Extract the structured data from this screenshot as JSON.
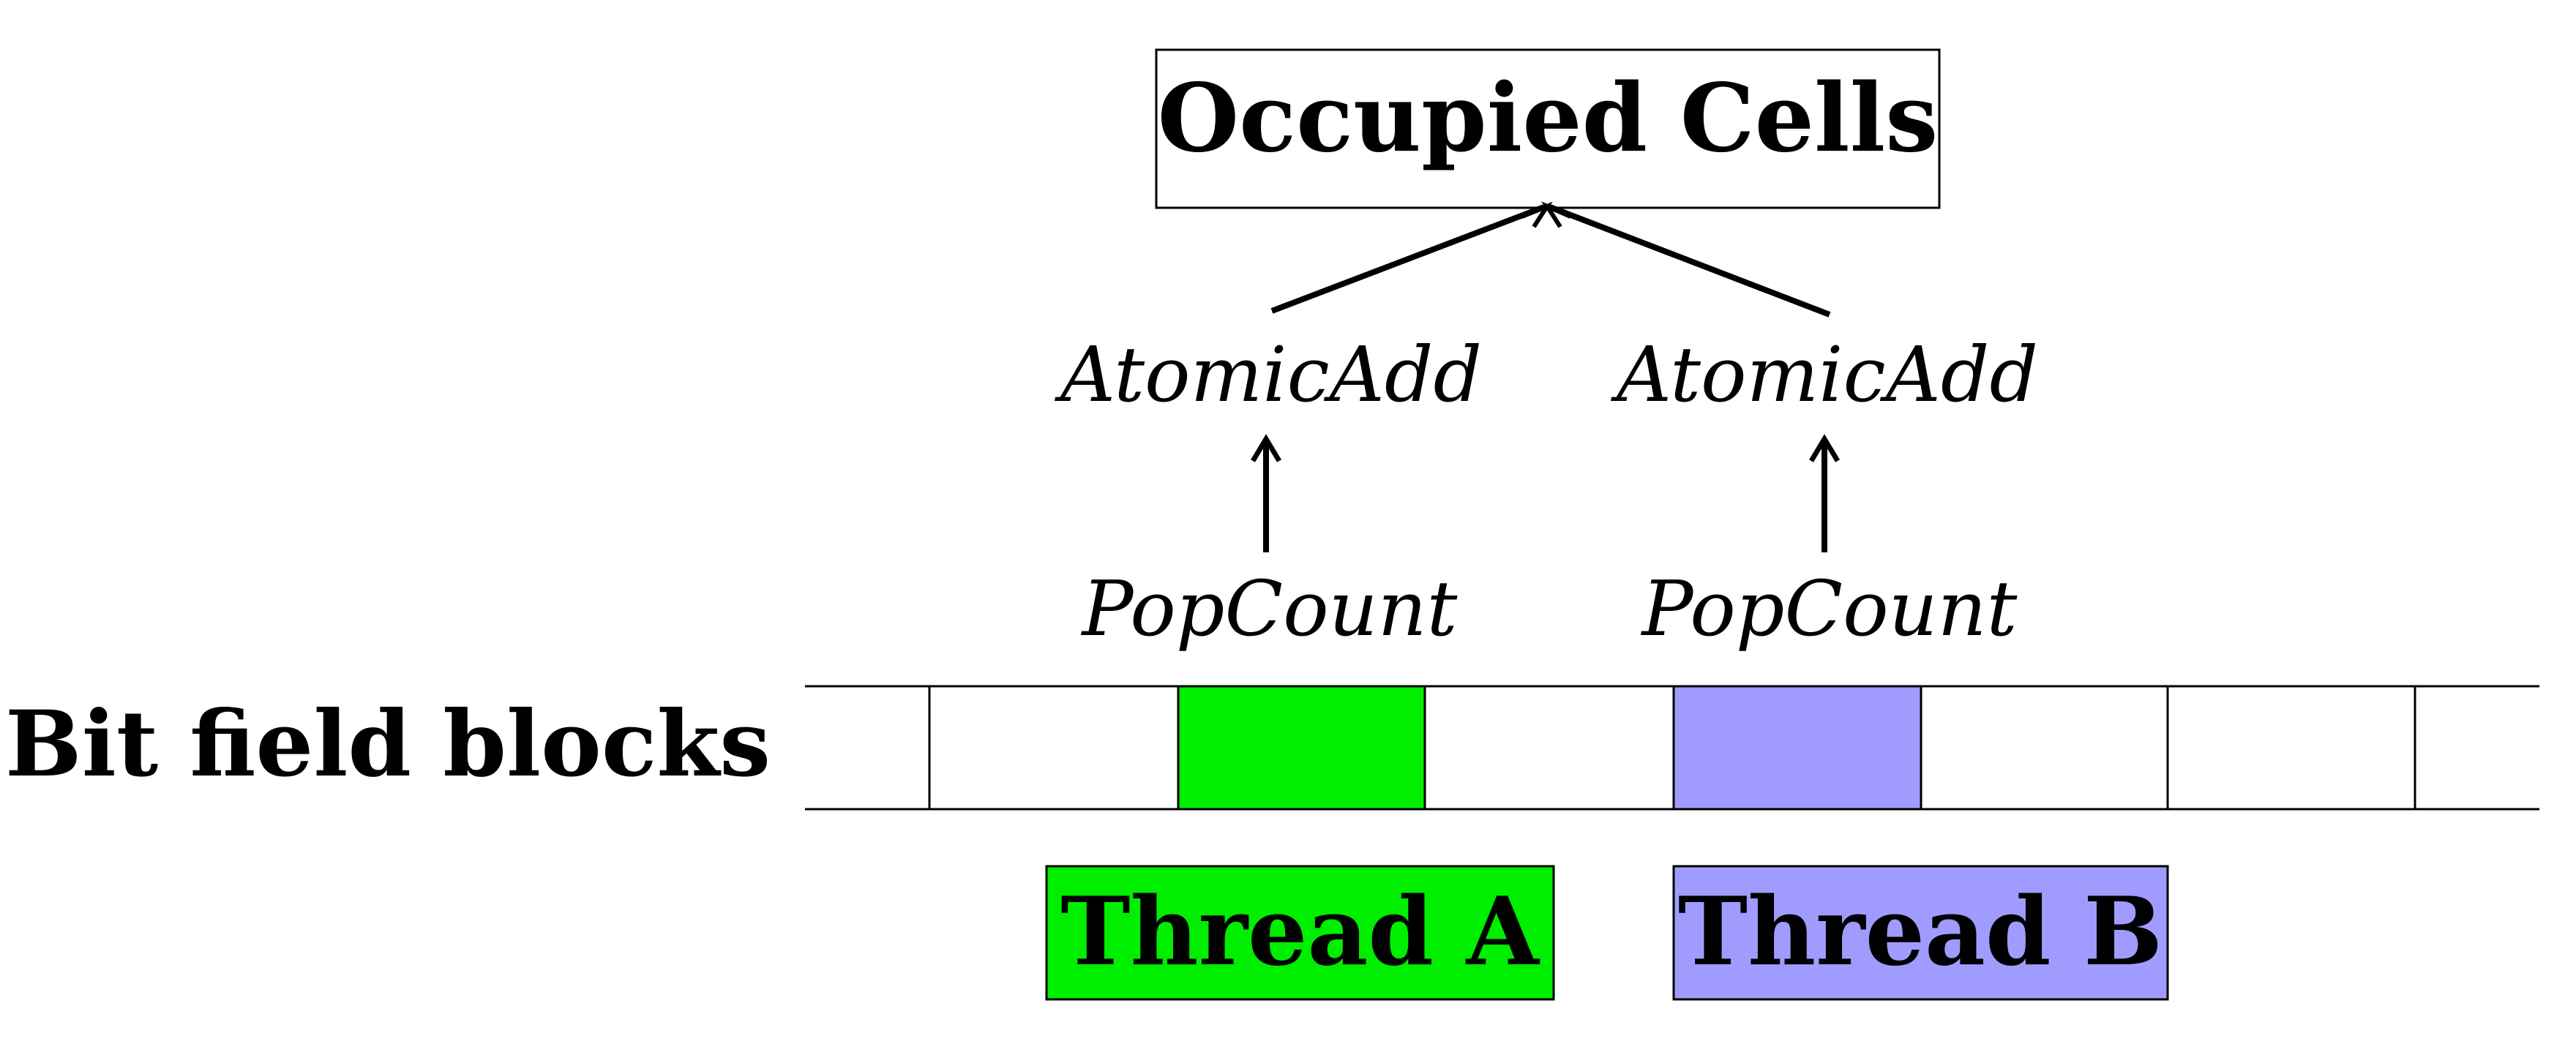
{
  "title": "Occupied Cells",
  "row_label": "Bit field blocks",
  "threads": [
    {
      "label": "Thread A",
      "color": "#00ee00",
      "popcount_label": "PopCount",
      "atomic_label": "AtomicAdd"
    },
    {
      "label": "Thread B",
      "color": "#a09cff",
      "popcount_label": "PopCount",
      "atomic_label": "AtomicAdd"
    }
  ],
  "colors": {
    "line": "#000000",
    "background": "#ffffff",
    "block_empty": "#ffffff"
  }
}
